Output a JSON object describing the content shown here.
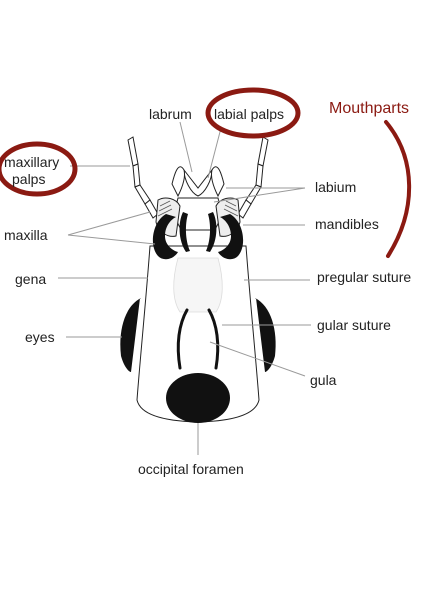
{
  "labels": {
    "labrum": "labrum",
    "labial_palps": "labial palps",
    "mouthparts": "Mouthparts",
    "maxillary_palps_line1": "maxillary",
    "maxillary_palps_line2": "palps",
    "labium": "labium",
    "mandibles": "mandibles",
    "maxilla": "maxilla",
    "gena": "gena",
    "pregular_suture": "pregular suture",
    "eyes": "eyes",
    "gular_suture": "gular suture",
    "gula": "gula",
    "occipital_foramen": "occipital foramen"
  },
  "colors": {
    "highlight": "#8b1a12",
    "outline": "#222222",
    "leader": "#9a9a9a",
    "fill_dark": "#111111"
  }
}
